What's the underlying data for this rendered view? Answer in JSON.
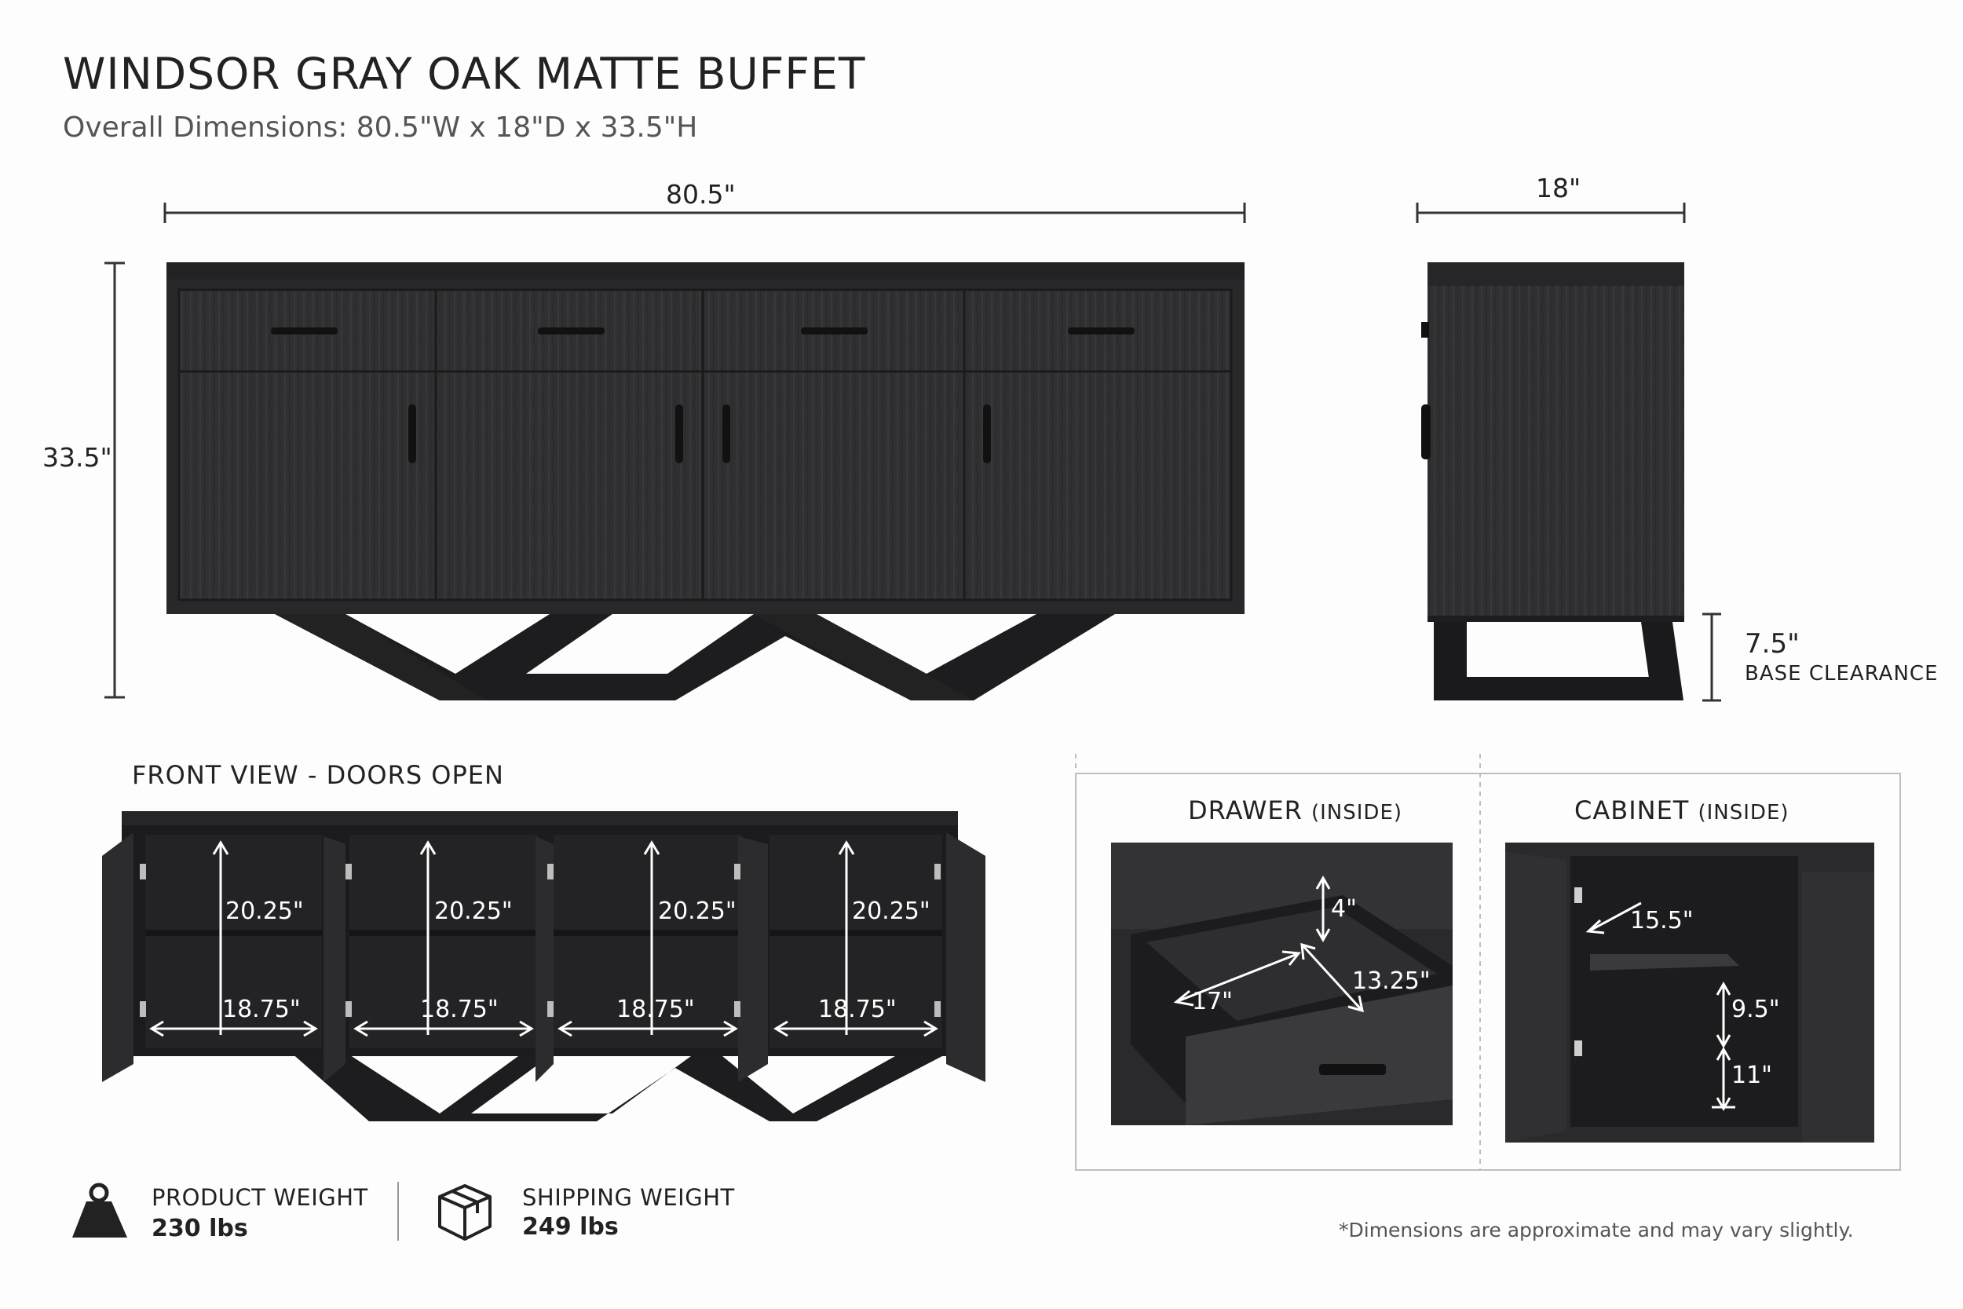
{
  "title": "WINDSOR GRAY OAK MATTE BUFFET",
  "subtitle": "Overall Dimensions: 80.5\"W x 18\"D x 33.5\"H",
  "front": {
    "width_label": "80.5\"",
    "height_label": "33.5\""
  },
  "side": {
    "depth_label": "18\"",
    "clearance_value": "7.5\"",
    "clearance_caption": "BASE CLEARANCE"
  },
  "open_view": {
    "title": "FRONT VIEW - DOORS OPEN",
    "bays": [
      {
        "height": "20.25\"",
        "width": "18.75\""
      },
      {
        "height": "20.25\"",
        "width": "18.75\""
      },
      {
        "height": "20.25\"",
        "width": "18.75\""
      },
      {
        "height": "20.25\"",
        "width": "18.75\""
      }
    ]
  },
  "drawer_inside": {
    "title": "DRAWER",
    "qualifier": "(INSIDE)",
    "height": "4\"",
    "width": "17\"",
    "depth": "13.25\""
  },
  "cabinet_inside": {
    "title": "CABINET",
    "qualifier": "(INSIDE)",
    "depth": "15.5\"",
    "upper_height": "9.5\"",
    "lower_height": "11\""
  },
  "weights": {
    "product_label": "PRODUCT WEIGHT",
    "product_value": "230 lbs",
    "shipping_label": "SHIPPING WEIGHT",
    "shipping_value": "249 lbs"
  },
  "footnote": "*Dimensions are approximate and may vary slightly.",
  "colors": {
    "wood": "#2f2f31",
    "wood_dark": "#1c1c1e",
    "line": "#333333",
    "panel_border": "#bfbfbf"
  }
}
